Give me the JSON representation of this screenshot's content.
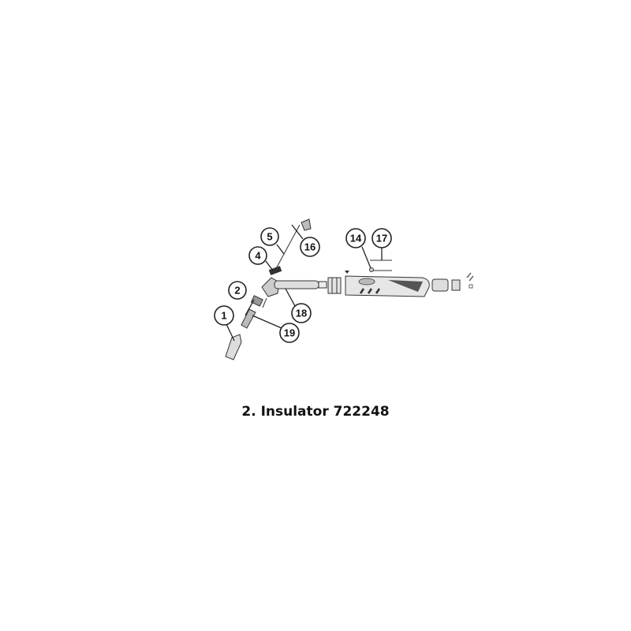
{
  "diagram": {
    "callouts": [
      "1",
      "2",
      "4",
      "5",
      "16",
      "14",
      "17",
      "18",
      "19"
    ]
  },
  "caption": "2. Insulator 722248",
  "colors": {
    "part_light": "#d9d9d9",
    "part_dark": "#555555",
    "line": "#222222"
  }
}
